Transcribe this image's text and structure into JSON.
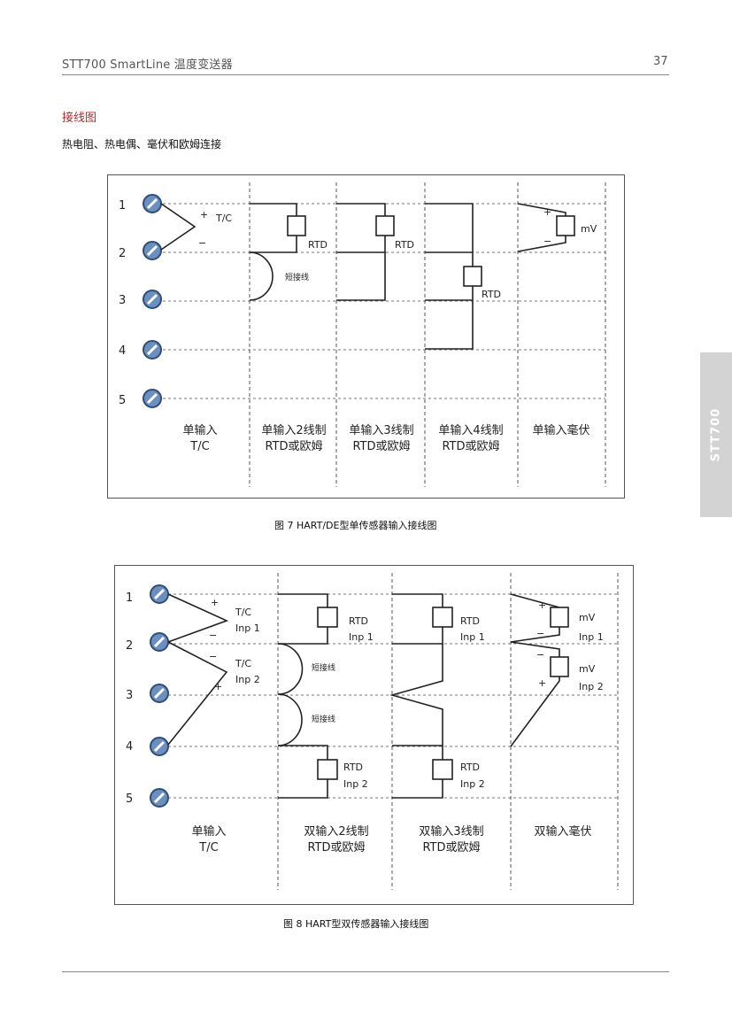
{
  "header": {
    "title": "STT700  SmartLine 温度变送器",
    "page": "37"
  },
  "section_title": "接线图",
  "subtitle": "热电阻、热电偶、毫伏和欧姆连接",
  "side_tab": "STT700",
  "figure1": {
    "caption": "图 7  HART/DE型单传感器输入接线图",
    "terminals": [
      "1",
      "2",
      "3",
      "4",
      "5"
    ],
    "columns": [
      {
        "line1": "单输入",
        "line2": "T/C"
      },
      {
        "line1": "单输入2线制",
        "line2": "RTD或欧姆"
      },
      {
        "line1": "单输入3线制",
        "line2": "RTD或欧姆"
      },
      {
        "line1": "单输入4线制",
        "line2": "RTD或欧姆"
      },
      {
        "line1": "单输入毫伏",
        "line2": ""
      }
    ],
    "labels": {
      "tc": "T/C",
      "plus": "+",
      "minus": "−",
      "rtd": "RTD",
      "jumper": "短接线",
      "mv": "mV"
    }
  },
  "figure2": {
    "caption": "图 8  HART型双传感器输入接线图",
    "terminals": [
      "1",
      "2",
      "3",
      "4",
      "5"
    ],
    "columns": [
      {
        "line1": "单输入",
        "line2": "T/C"
      },
      {
        "line1": "双输入2线制",
        "line2": "RTD或欧姆"
      },
      {
        "line1": "双输入3线制",
        "line2": "RTD或欧姆"
      },
      {
        "line1": "双输入毫伏",
        "line2": ""
      }
    ],
    "labels": {
      "tc": "T/C",
      "inp1": "Inp 1",
      "inp2": "Inp 2",
      "rtd": "RTD",
      "jumper": "短接线",
      "mv": "mV",
      "plus": "+",
      "minus": "−"
    }
  }
}
